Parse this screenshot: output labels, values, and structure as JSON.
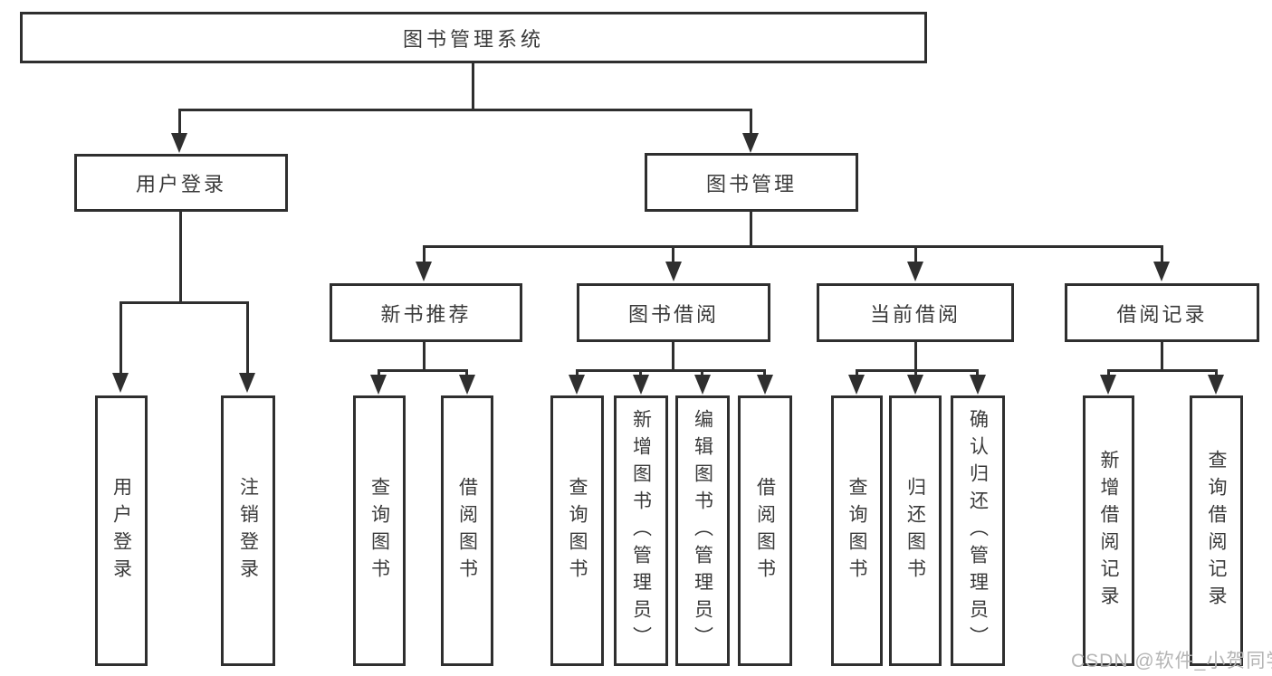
{
  "nodes": {
    "root": "图书管理系统",
    "user_login": "用户登录",
    "book_management": "图书管理",
    "new_book_recommend": "新书推荐",
    "book_borrow": "图书借阅",
    "current_borrow": "当前借阅",
    "borrow_records": "借阅记录",
    "leaf_user_login": "用户登录",
    "leaf_logout": "注销登录",
    "leaf_query_book_a": "查询图书",
    "leaf_borrow_book_a": "借阅图书",
    "leaf_query_book_b": "查询图书",
    "leaf_add_book_admin": "新增图书（管理员）",
    "leaf_edit_book_admin": "编辑图书（管理员）",
    "leaf_borrow_book_b": "借阅图书",
    "leaf_query_book_c": "查询图书",
    "leaf_return_book": "归还图书",
    "leaf_confirm_return_admin": "确认归还（管理员）",
    "leaf_add_borrow_record": "新增借阅记录",
    "leaf_query_borrow_record": "查询借阅记录"
  },
  "watermark": "CSDN @软件_小贺同学",
  "colors": {
    "line": "#2f2f2f",
    "text": "#3a3a3a",
    "watermark": "#b5b5b5",
    "background": "#ffffff"
  }
}
